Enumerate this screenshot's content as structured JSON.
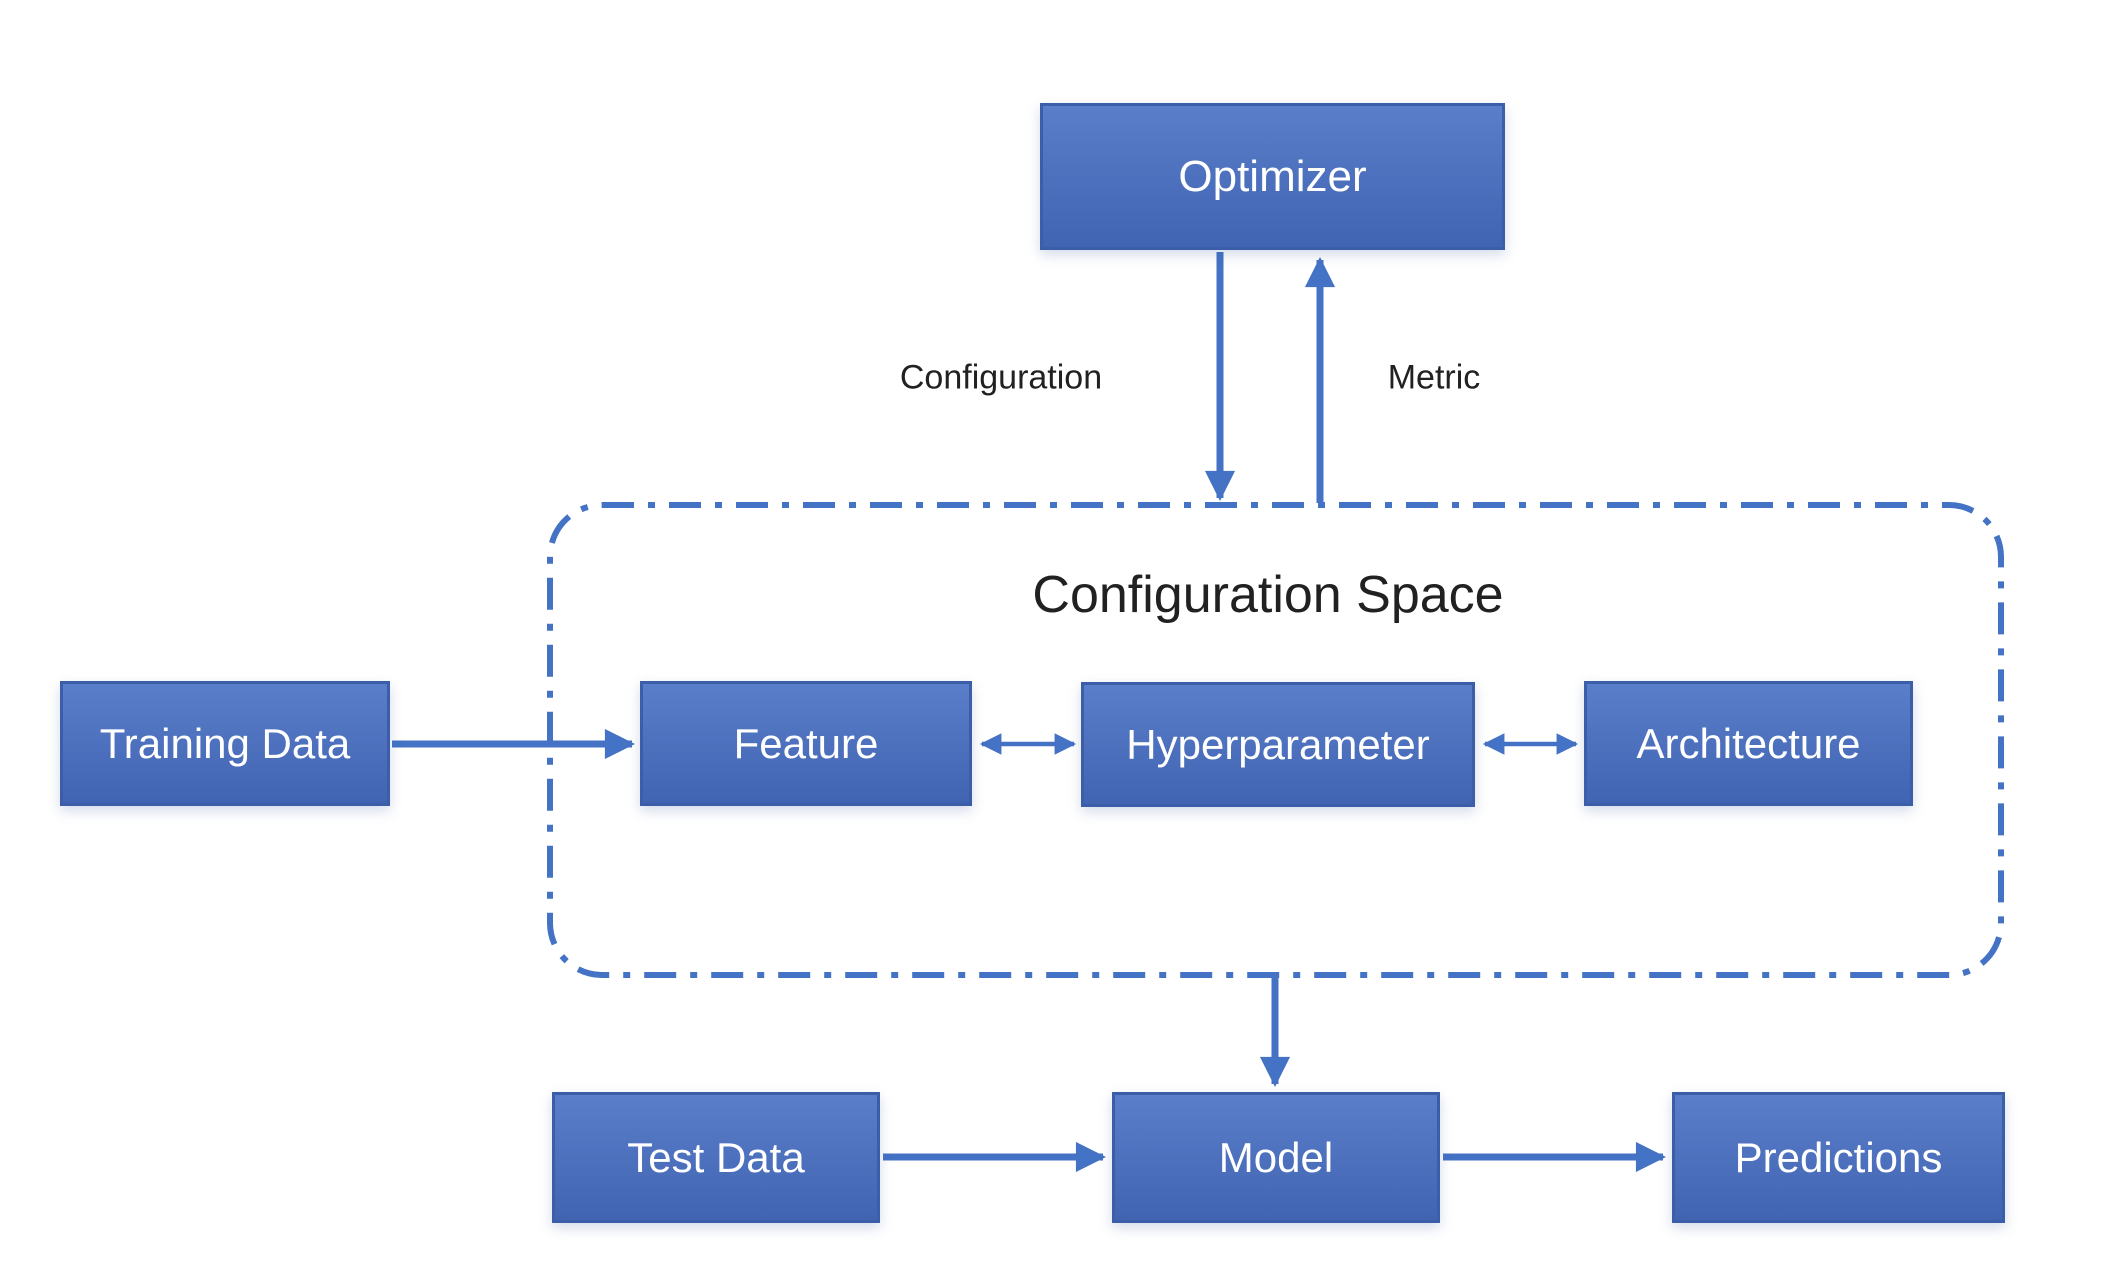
{
  "diagram": {
    "type": "flowchart",
    "container": {
      "title": "Configuration Space"
    },
    "nodes": {
      "optimizer": {
        "label": "Optimizer"
      },
      "training_data": {
        "label": "Training Data"
      },
      "feature": {
        "label": "Feature"
      },
      "hyperparameter": {
        "label": "Hyperparameter"
      },
      "architecture": {
        "label": "Architecture"
      },
      "test_data": {
        "label": "Test Data"
      },
      "model": {
        "label": "Model"
      },
      "predictions": {
        "label": "Predictions"
      }
    },
    "edges": [
      {
        "from": "optimizer",
        "to": "configuration_space",
        "label": "Configuration",
        "direction": "down"
      },
      {
        "from": "configuration_space",
        "to": "optimizer",
        "label": "Metric",
        "direction": "up"
      },
      {
        "from": "training_data",
        "to": "feature",
        "label": ""
      },
      {
        "from": "feature",
        "to": "hyperparameter",
        "label": "",
        "bidirectional": true
      },
      {
        "from": "hyperparameter",
        "to": "architecture",
        "label": "",
        "bidirectional": true
      },
      {
        "from": "configuration_space",
        "to": "model",
        "label": ""
      },
      {
        "from": "test_data",
        "to": "model",
        "label": ""
      },
      {
        "from": "model",
        "to": "predictions",
        "label": ""
      }
    ],
    "colors": {
      "node_fill_top": "#5A7EC9",
      "node_fill_bottom": "#4064B2",
      "node_border": "#3C5DA8",
      "node_text": "#FFFFFF",
      "arrow": "#4472C4",
      "container_border": "#4472C4",
      "label_text": "#212121",
      "background": "#FFFFFF"
    }
  }
}
